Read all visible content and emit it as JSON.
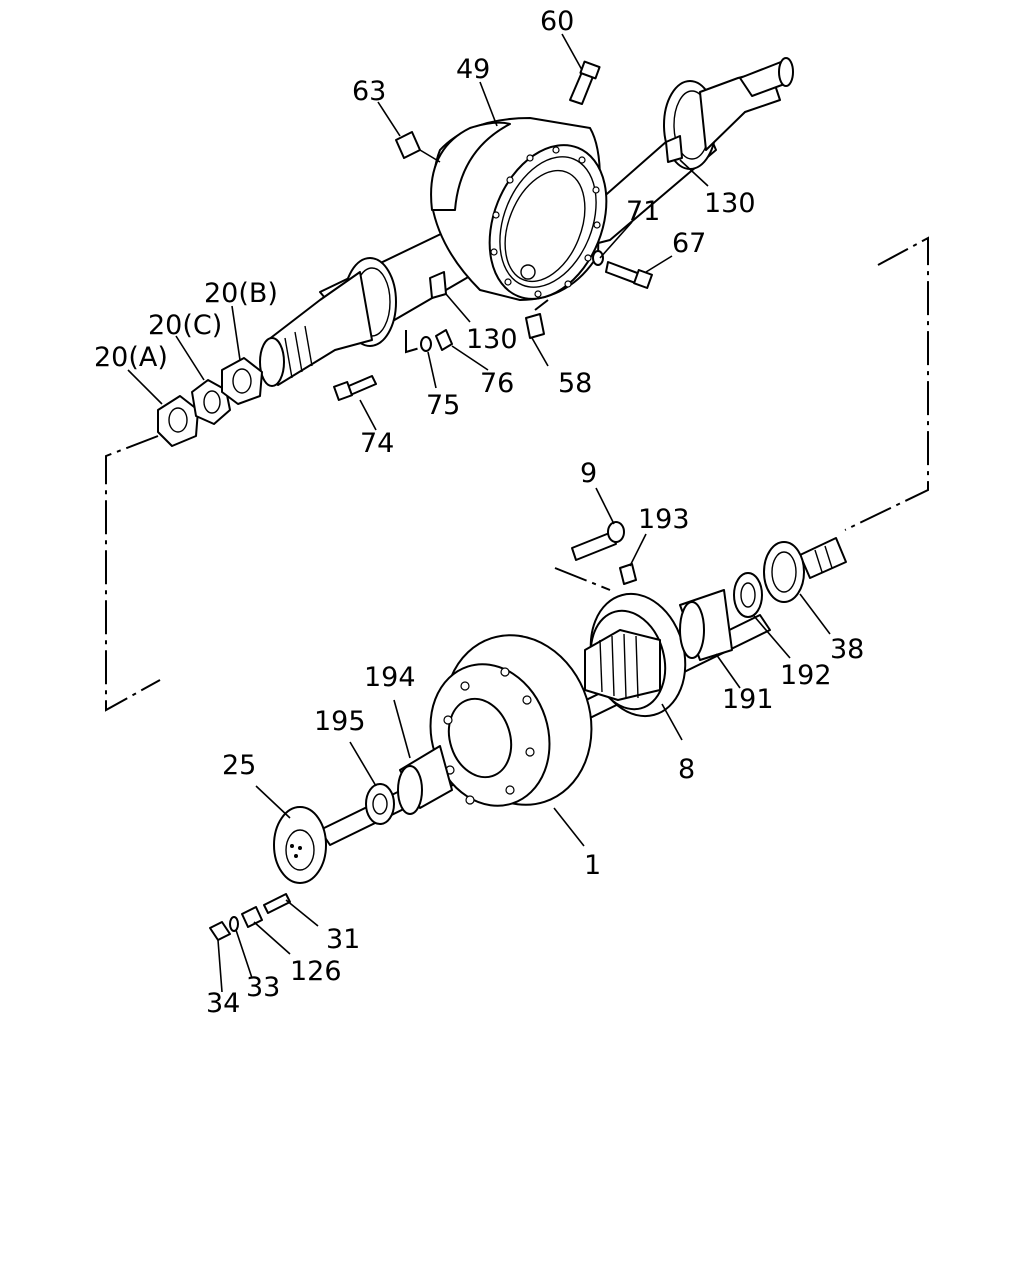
{
  "labels": {
    "p60": "60",
    "p49": "49",
    "p63": "63",
    "p130a": "130",
    "p71": "71",
    "p67": "67",
    "p20b": "20(B)",
    "p20c": "20(C)",
    "p20a": "20(A)",
    "p130b": "130",
    "p76": "76",
    "p58": "58",
    "p75": "75",
    "p74": "74",
    "p9": "9",
    "p193": "193",
    "p194": "194",
    "p195": "195",
    "p38": "38",
    "p192": "192",
    "p191": "191",
    "p8": "8",
    "p25": "25",
    "p1": "1",
    "p31": "31",
    "p126": "126",
    "p33": "33",
    "p34": "34"
  }
}
